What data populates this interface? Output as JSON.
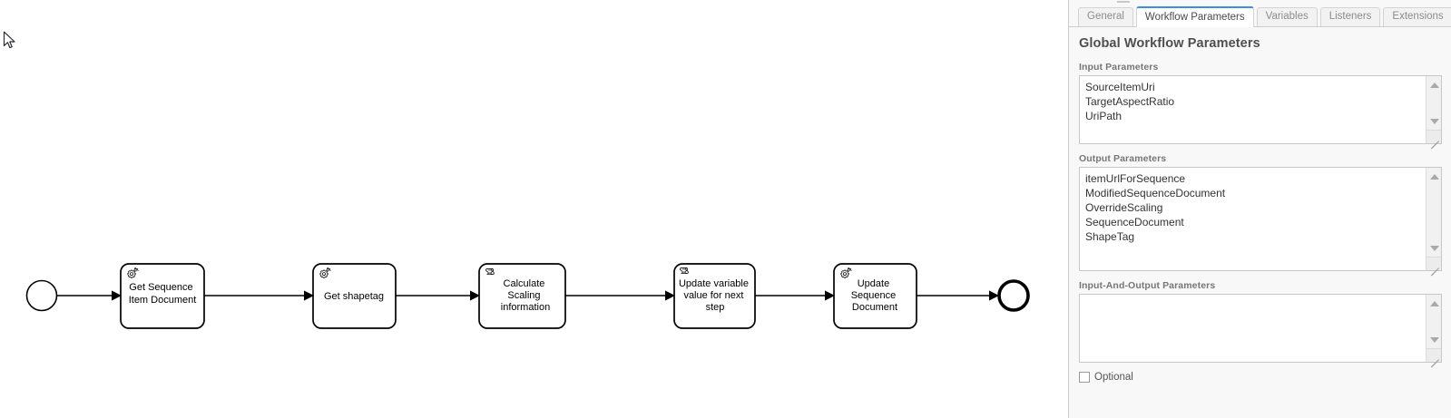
{
  "diagram": {
    "type": "bpmn-process",
    "start_event": {
      "name": "start-event"
    },
    "end_event": {
      "name": "end-event"
    },
    "tasks": [
      {
        "id": "t1",
        "label_lines": [
          "Get Sequence",
          "Item Document"
        ],
        "task_type": "service",
        "icon": "gear-icon"
      },
      {
        "id": "t2",
        "label_lines": [
          "Get shapetag"
        ],
        "task_type": "service",
        "icon": "gear-icon"
      },
      {
        "id": "t3",
        "label_lines": [
          "Calculate",
          "Scaling",
          "information"
        ],
        "task_type": "script",
        "icon": "script-icon"
      },
      {
        "id": "t4",
        "label_lines": [
          "Update variable",
          "value for next",
          "step"
        ],
        "task_type": "script",
        "icon": "script-icon"
      },
      {
        "id": "t5",
        "label_lines": [
          "Update",
          "Sequence",
          "Document"
        ],
        "task_type": "service",
        "icon": "gear-icon"
      }
    ]
  },
  "panel": {
    "tabs": [
      {
        "label": "General",
        "active": false
      },
      {
        "label": "Workflow Parameters",
        "active": true
      },
      {
        "label": "Variables",
        "active": false
      },
      {
        "label": "Listeners",
        "active": false
      },
      {
        "label": "Extensions",
        "active": false
      }
    ],
    "section_title": "Global Workflow Parameters",
    "input_parameters": {
      "label": "Input Parameters",
      "values": [
        "SourceItemUri",
        "TargetAspectRatio",
        "UriPath"
      ]
    },
    "output_parameters": {
      "label": "Output Parameters",
      "values": [
        "itemUrlForSequence",
        "ModifiedSequenceDocument",
        "OverrideScaling",
        "SequenceDocument",
        "ShapeTag"
      ]
    },
    "input_and_output_parameters": {
      "label": "Input-And-Output Parameters",
      "values": []
    },
    "optional": {
      "label": "Optional",
      "checked": false
    }
  },
  "colors": {
    "accent": "#3c8cf0",
    "panel_bg": "#f8f8f8",
    "text": "#333333",
    "label": "#777777",
    "stroke": "#000000"
  }
}
